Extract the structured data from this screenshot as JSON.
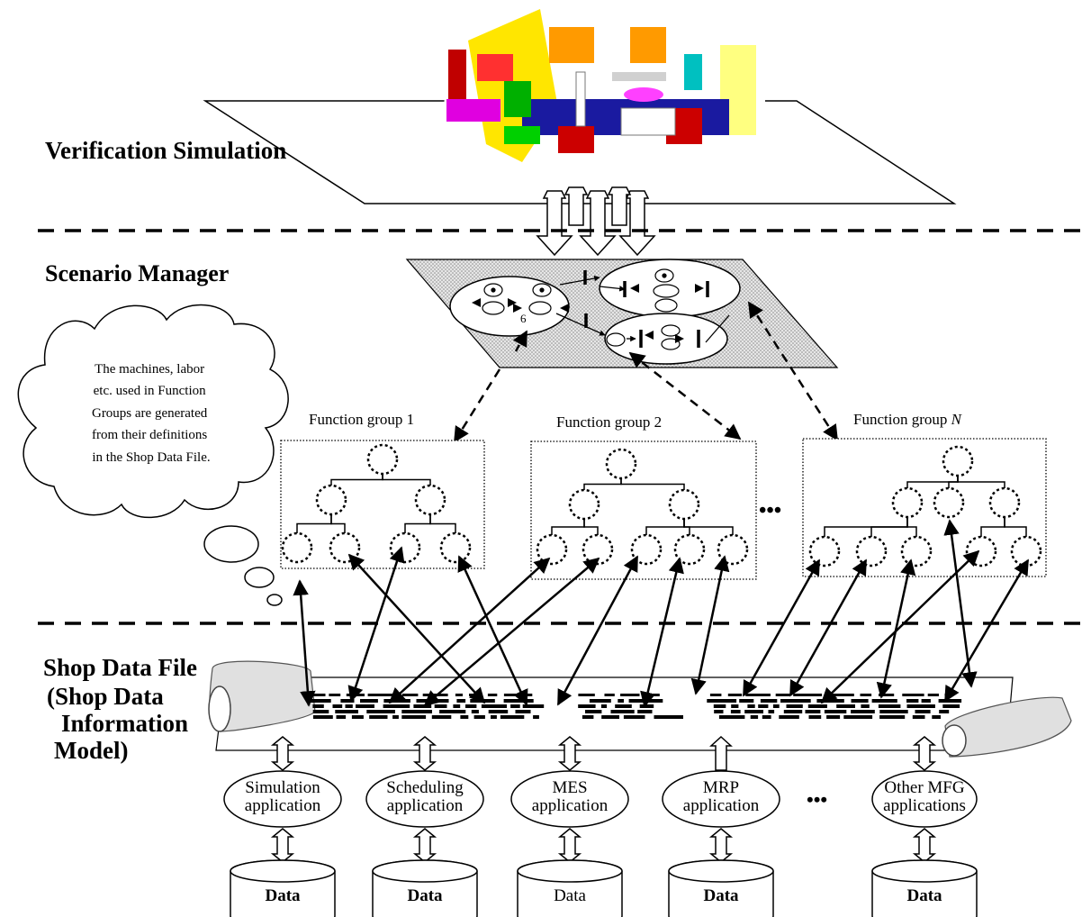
{
  "layers": {
    "verification": "Verification Simulation",
    "scenario": "Scenario Manager",
    "shop_lines": [
      "Shop Data File",
      "(Shop Data",
      "Information",
      "Model)"
    ]
  },
  "thought_bubble_lines": [
    "The machines, labor",
    "etc. used in Function",
    "Groups are generated",
    "from their definitions",
    "in the Shop Data File."
  ],
  "function_groups": [
    {
      "prefix": "Function group",
      "suffix": "1",
      "suffix_italic": false
    },
    {
      "prefix": "Function group",
      "suffix": "2",
      "suffix_italic": false
    },
    {
      "prefix": "Function group",
      "suffix": "N",
      "suffix_italic": true
    }
  ],
  "scenario_marker": "6",
  "ellipsis": "•••",
  "applications": [
    {
      "lines": [
        "Simulation",
        "application"
      ]
    },
    {
      "lines": [
        "Scheduling",
        "application"
      ]
    },
    {
      "lines": [
        "MES",
        "application"
      ]
    },
    {
      "lines": [
        "MRP",
        "application"
      ]
    },
    {
      "lines": [
        "Other MFG",
        "applications"
      ]
    }
  ],
  "data_stores": [
    {
      "label": "Data",
      "bold": true
    },
    {
      "label": "Data",
      "bold": true
    },
    {
      "label": "Data",
      "bold": false
    },
    {
      "label": "Data",
      "bold": true
    },
    {
      "label": "Data",
      "bold": true
    }
  ],
  "colors": {
    "plane_fill": "#d0d0d0",
    "ink": "#000000"
  }
}
